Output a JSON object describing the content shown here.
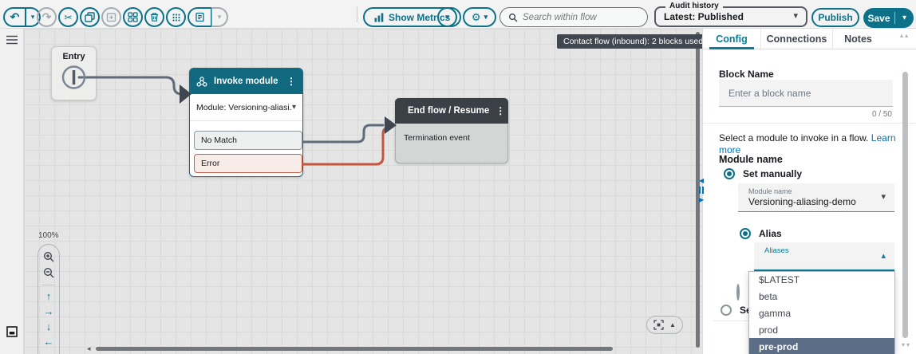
{
  "toolbar": {
    "show_metrics_label": "Show Metrics",
    "search_placeholder": "Search within flow",
    "audit_history_label": "Audit history",
    "audit_history_value": "Latest: Published",
    "publish_label": "Publish",
    "save_label": "Save"
  },
  "canvas": {
    "flow_badge": "Contact flow (inbound): 2 blocks used",
    "zoom_level": "100%",
    "blocks": {
      "entry": {
        "title": "Entry"
      },
      "invoke_module": {
        "title": "Invoke module",
        "module_row": "Module: Versioning-aliasi...",
        "ports": {
          "no_match": "No Match",
          "error": "Error"
        }
      },
      "end_flow": {
        "title": "End flow / Resume",
        "body": "Termination event"
      }
    }
  },
  "panel": {
    "tabs": {
      "config": "Config",
      "connections": "Connections",
      "notes": "Notes"
    },
    "block_name": {
      "label": "Block Name",
      "placeholder": "Enter a block name",
      "counter": "0 / 50"
    },
    "description": "Select a module to invoke in a flow.",
    "learn_more_label": "Learn more",
    "module_name_heading": "Module name",
    "set_manually_label": "Set manually",
    "module_select": {
      "label": "Module name",
      "value": "Versioning-aliasing-demo"
    },
    "alias_label": "Alias",
    "aliases_select_label": "Aliases",
    "set_partial_label": "Set",
    "alias_options": [
      "$LATEST",
      "beta",
      "gamma",
      "prod",
      "pre-prod"
    ],
    "selected_alias": "pre-prod"
  },
  "colors": {
    "accent_teal": "#0d7189",
    "link_blue": "#0073bb",
    "error_red": "#c4563e",
    "selected_option_bg": "#5c6d87",
    "block_header_dark": "#3b4046"
  }
}
